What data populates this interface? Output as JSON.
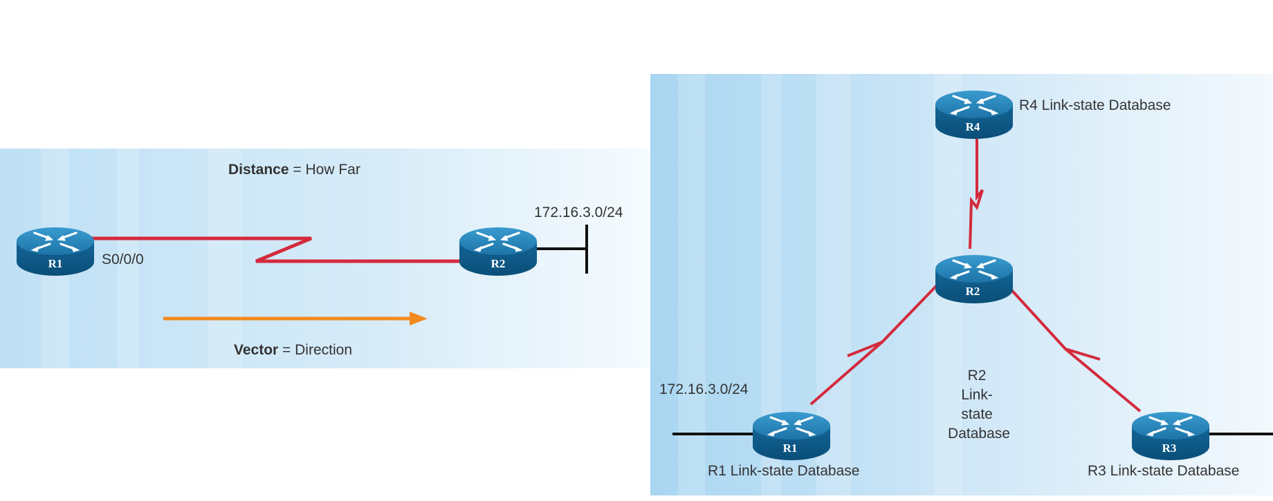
{
  "left_panel": {
    "distance_term": "Distance",
    "distance_rest": " = How Far",
    "vector_term": "Vector",
    "vector_rest": " = Direction",
    "interface_label": "S0/0/0",
    "network_label": "172.16.3.0/24",
    "router1": "R1",
    "router2": "R2"
  },
  "right_panel": {
    "r4_label": "R4 Link-state Database",
    "r2_label_lines": [
      "R2",
      "Link-",
      "state",
      "Database"
    ],
    "r1_label": "R1 Link-state Database",
    "r3_label": "R3 Link-state Database",
    "network_label": "172.16.3.0/24",
    "router1": "R1",
    "router2": "R2",
    "router3": "R3",
    "router4": "R4"
  },
  "colors": {
    "serial_link": "#d42a3c",
    "vector_arrow": "#f28a1e",
    "router_dark": "#0c5a86",
    "router_light": "#2f8ec2"
  },
  "icons": {
    "router": "router-icon",
    "serial": "serial-link-icon",
    "arrow": "direction-arrow-icon"
  }
}
